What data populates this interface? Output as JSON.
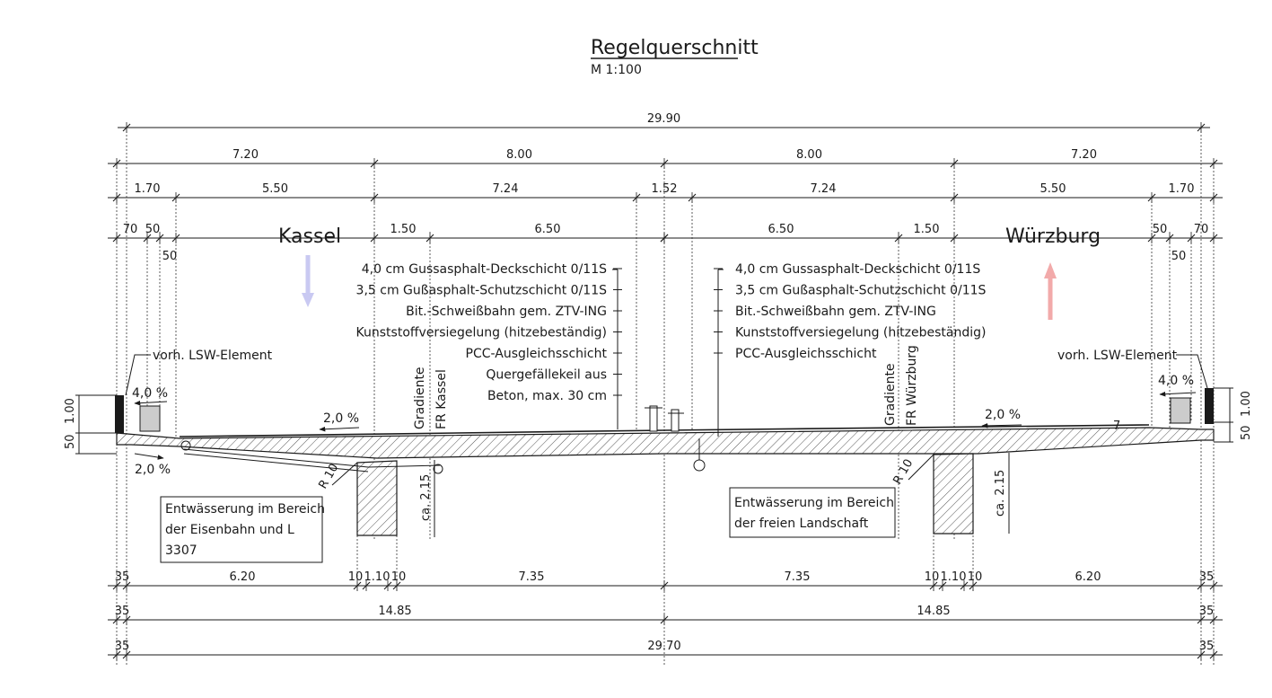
{
  "title": "Regelquerschnitt",
  "scale": "M 1:100",
  "cities": {
    "left": "Kassel",
    "right": "Würzburg"
  },
  "colors": {
    "arrow_left": "#c9c9f2",
    "arrow_right": "#f2aaaa",
    "line": "#1a1a1a"
  },
  "dims": {
    "overall": "29.90",
    "halves": [
      "7.20",
      "8.00",
      "8.00",
      "7.20"
    ],
    "row3": [
      "1.70",
      "5.50",
      "7.24",
      "1.52",
      "7.24",
      "5.50",
      "1.70"
    ],
    "row4_left": [
      "70",
      "50",
      "50",
      "1.50",
      "6.50"
    ],
    "row4_right": [
      "6.50",
      "1.50",
      "50",
      "70",
      "50"
    ],
    "bottom1": [
      "35",
      "6.20",
      "10",
      "1.10",
      "10",
      "7.35",
      "7.35",
      "10",
      "1.10",
      "10",
      "6.20",
      "35"
    ],
    "bottom2": [
      "35",
      "14.85",
      "14.85",
      "35"
    ],
    "bottom3": [
      "35",
      "29.70",
      "35"
    ],
    "left_vertical": [
      "1.00",
      "50"
    ],
    "right_vertical": [
      "1.00",
      "50"
    ],
    "web_height": [
      "ca. 2.15",
      "ca. 2.15"
    ],
    "radius": [
      "R 10",
      "R 10"
    ],
    "small_seven": "7"
  },
  "slopes": [
    "2,0 %",
    "2,0 %",
    "4,0 %",
    "2,0 %",
    "4,0 %"
  ],
  "layers_left": [
    "4,0 cm Gussasphalt-Deckschicht 0/11S",
    "3,5 cm Gußasphalt-Schutzschicht 0/11S",
    "Bit.-Schweißbahn gem. ZTV-ING",
    "Kunststoffversiegelung (hitzebeständig)",
    "PCC-Ausgleichsschicht",
    "Quergefällekeil aus",
    "Beton, max. 30 cm"
  ],
  "layers_right": [
    "4,0 cm Gussasphalt-Deckschicht 0/11S",
    "3,5 cm Gußasphalt-Schutzschicht 0/11S",
    "Bit.-Schweißbahn gem. ZTV-ING",
    "Kunststoffversiegelung (hitzebeständig)",
    "PCC-Ausgleichsschicht"
  ],
  "lsw_labels": [
    "vorh. LSW-Element",
    "vorh. LSW-Element"
  ],
  "gradient_labels": [
    {
      "line1": "Gradiente",
      "line2": "FR Kassel"
    },
    {
      "line1": "Gradiente",
      "line2": "FR Würzburg"
    }
  ],
  "notes": {
    "left": [
      "Entwässerung im Bereich",
      "der Eisenbahn und L",
      "3307"
    ],
    "right": [
      "Entwässerung im Bereich",
      "der freien Landschaft"
    ]
  }
}
